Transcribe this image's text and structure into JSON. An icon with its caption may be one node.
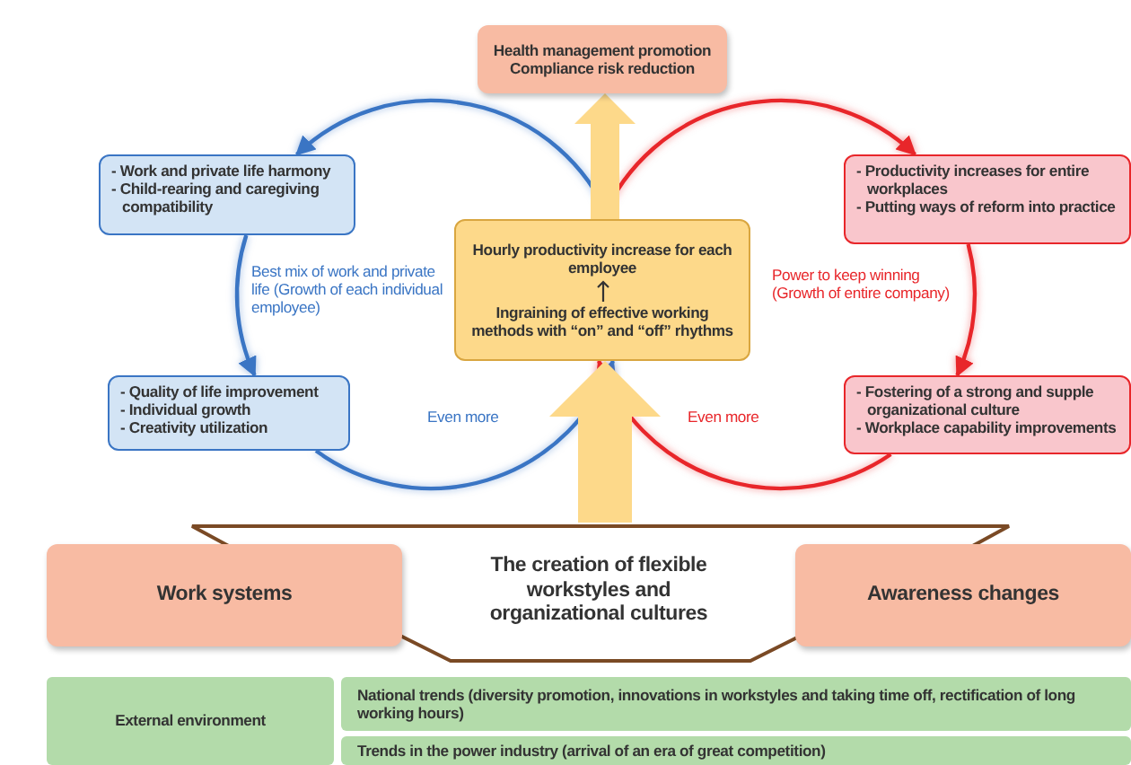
{
  "diagram": {
    "nodes": [
      {
        "text": [
          "Health management promotion Compliance risk reduction"
        ]
      },
      {
        "text": [
          "- Work and private life harmony",
          "- Child-rearing and caregiving compatibility"
        ]
      },
      {
        "text": [
          "- Quality of life improvement",
          "- Individual growth",
          "- Creativity utilization"
        ]
      },
      {
        "text": [
          "Hourly productivity increase for each employee",
          "Ingraining of effective working methods with “on” and “off” rhythms"
        ]
      },
      {
        "text": [
          "- Productivity increases for entire workplaces",
          "- Putting ways of reform into practice"
        ]
      },
      {
        "text": [
          "- Fostering of a strong and supple organizational culture",
          "- Workplace capability improvements"
        ]
      },
      {
        "text": [
          "The creation of flexible workstyles and organizational cultures"
        ]
      },
      {
        "text": [
          "Work systems"
        ]
      },
      {
        "text": [
          "Awareness changes"
        ]
      },
      {
        "text": [
          "External environment"
        ]
      },
      {
        "text": [
          "National trends (diversity promotion, innovations in workstyles and taking time off, rectification of long working hours)"
        ]
      },
      {
        "text": [
          "Trends in the power industry (arrival of an era of great competition)"
        ]
      }
    ],
    "edges": [
      {
        "from": 3,
        "to": 1,
        "arrow": "to",
        "color": "#3a75c4"
      },
      {
        "from": 1,
        "to": 2,
        "arrow": "to",
        "color": "#3a75c4",
        "label": "Best mix of work and private life (Growth of each individual employee)"
      },
      {
        "from": 2,
        "to": 3,
        "arrow": "to",
        "color": "#3a75c4",
        "label": "Even more"
      },
      {
        "from": 3,
        "to": 4,
        "arrow": "to",
        "color": "#e8262a"
      },
      {
        "from": 4,
        "to": 5,
        "arrow": "to",
        "color": "#e8262a",
        "label": "Power to keep winning (Growth of entire company)"
      },
      {
        "from": 5,
        "to": 3,
        "arrow": "to",
        "color": "#e8262a",
        "label": "Even more"
      },
      {
        "from": 3,
        "to": 0,
        "arrow": "to",
        "style": "thick",
        "color": "#fdd98a"
      },
      {
        "from": 6,
        "to": 3,
        "arrow": "to",
        "style": "thick",
        "color": "#fdd98a"
      }
    ]
  }
}
